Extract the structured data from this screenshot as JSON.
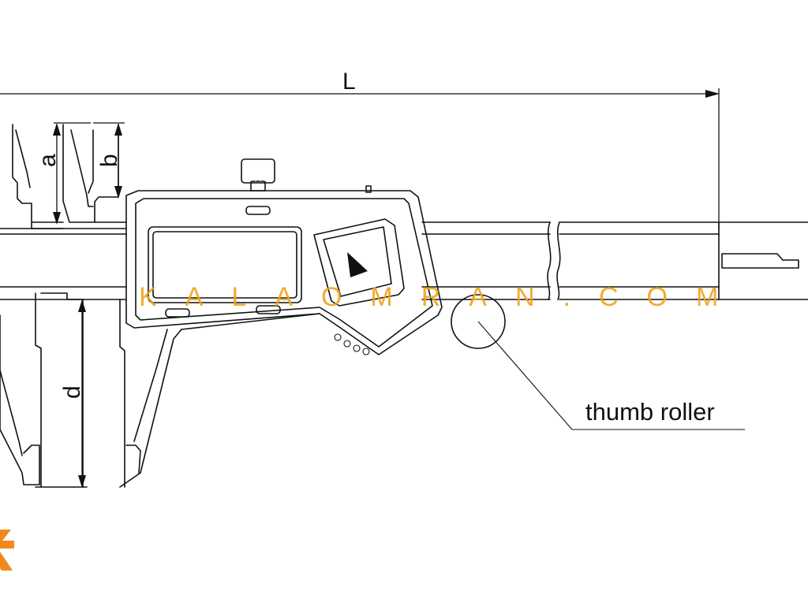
{
  "labels": {
    "length": "L",
    "jaw_a": "a",
    "jaw_b": "b",
    "jaw_d": "d",
    "callout": "thumb roller"
  },
  "watermark": {
    "text": "KALAOMRAN.COM",
    "color": "#f0a21c"
  },
  "logo": {
    "color": "#f08a1c"
  },
  "colors": {
    "line": "#111111",
    "background": "#ffffff"
  }
}
